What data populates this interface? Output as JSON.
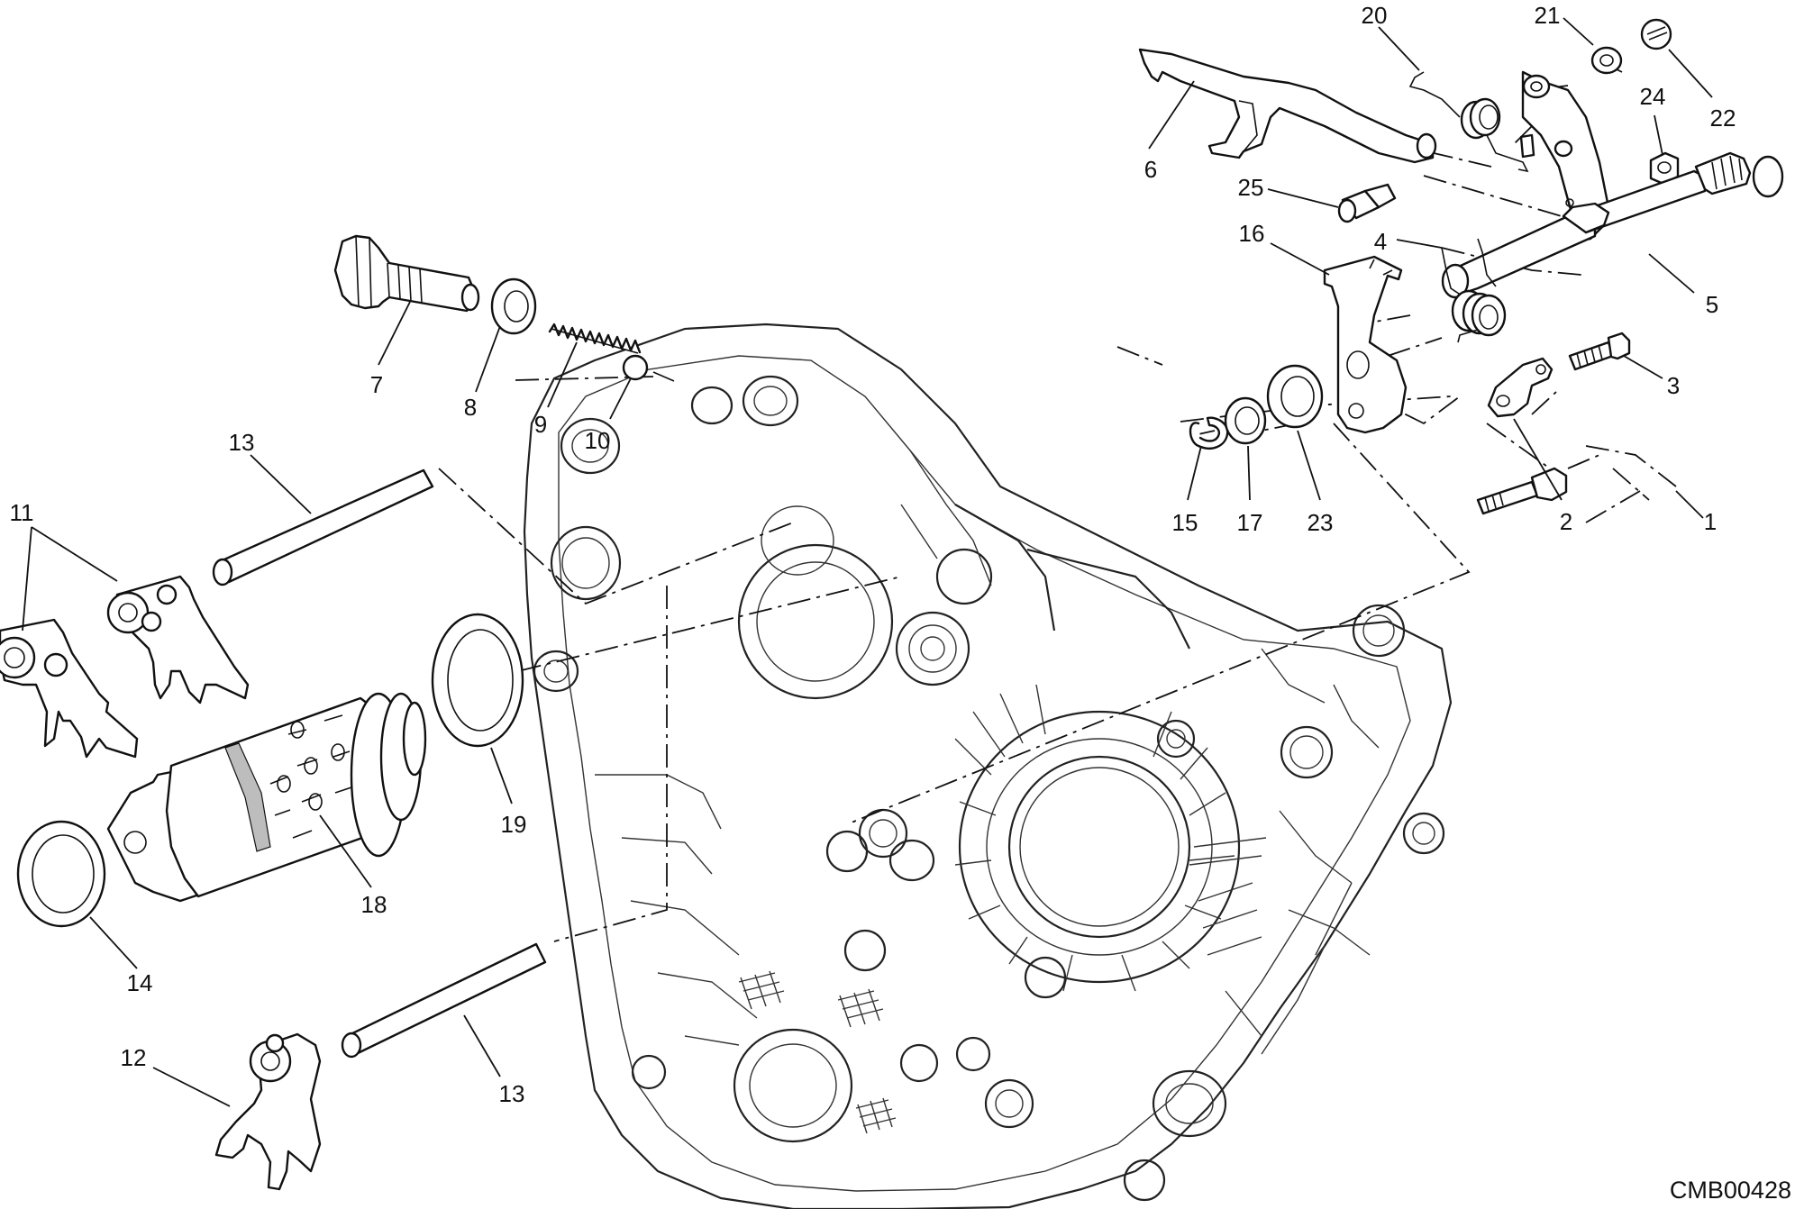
{
  "diagram": {
    "code": "CMB00428",
    "callouts": {
      "c1": "1",
      "c2": "2",
      "c3": "3",
      "c4": "4",
      "c5": "5",
      "c6": "6",
      "c7": "7",
      "c8": "8",
      "c9": "9",
      "c10": "10",
      "c11": "11",
      "c12": "12",
      "c13a": "13",
      "c13b": "13",
      "c14": "14",
      "c15": "15",
      "c16": "16",
      "c17": "17",
      "c18": "18",
      "c19": "19",
      "c20": "20",
      "c21": "21",
      "c22": "22",
      "c23": "23",
      "c24": "24",
      "c25": "25"
    }
  }
}
